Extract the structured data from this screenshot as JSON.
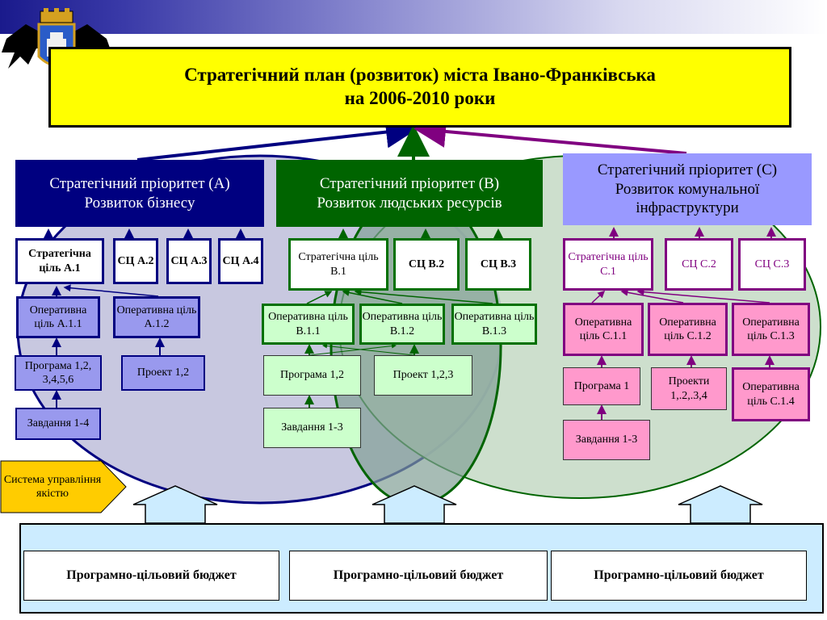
{
  "title": {
    "line1": "Стратегічний план (розвиток) міста Івано-Франківська",
    "line2": "на 2006-2010 роки"
  },
  "priority_a": {
    "line1": "Стратегічний пріоритет (А)",
    "line2": "Розвиток бізнесу",
    "goals": [
      "Стратегічна ціль А.1",
      "СЦ А.2",
      "СЦ А.3",
      "СЦ А.4"
    ],
    "operational": [
      "Оперативна ціль А.1.1",
      "Оперативна ціль А.1.2"
    ],
    "program": "Програма 1,2, 3,4,5,6",
    "project": "Проект 1,2",
    "tasks": "Завдання 1-4"
  },
  "priority_b": {
    "line1": "Стратегічний пріоритет (В)",
    "line2": "Розвиток людських ресурсів",
    "goals": [
      "Стратегічна ціль В.1",
      "СЦ  В.2",
      "СЦ  В.3"
    ],
    "operational": [
      "Оперативна ціль В.1.1",
      "Оперативна ціль В.1.2",
      "Оперативна ціль В.1.3"
    ],
    "program": "Програма 1,2",
    "project": "Проект 1,2,3",
    "tasks": "Завдання 1-3"
  },
  "priority_c": {
    "line1": "Стратегічний пріоритет (С)",
    "line2": "Розвиток комунальної інфраструктури",
    "goals": [
      "Стратегічна ціль С.1",
      "СЦ С.2",
      "СЦ С.3"
    ],
    "operational": [
      "Оперативна ціль С.1.1",
      "Оперативна ціль С.1.2",
      "Оперативна ціль С.1.3",
      "Оперативна ціль С.1.4"
    ],
    "program": "Програма 1",
    "projects": "Проекти 1,.2,.3,4",
    "tasks": "Завдання 1-3"
  },
  "quality": "Система управління якістю",
  "budget": [
    "Програмно-цільовий бюджет",
    "Програмно-цільовий бюджет",
    "Програмно-цільовий бюджет"
  ],
  "colors": {
    "title_bg": "#ffff00",
    "priority_a": "#000080",
    "priority_b": "#006400",
    "priority_c": "#9999ff",
    "quality": "#ffcc00",
    "budget_bg": "#ccecff"
  },
  "icons": [
    "coat-of-arms-icon"
  ]
}
